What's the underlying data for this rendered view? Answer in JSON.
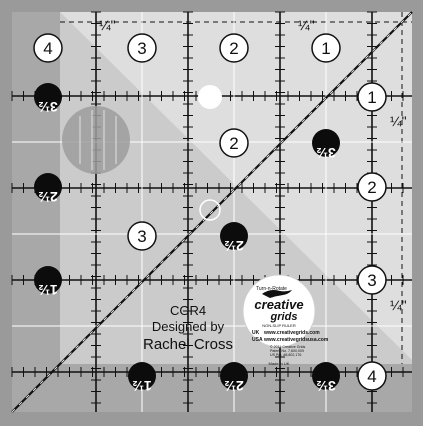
{
  "ruler": {
    "model": "CGR4",
    "designed_by": "Designed by",
    "designer": "Rachel Cross",
    "quarter_mark": "¼\"",
    "top_numbers": [
      "4",
      "3",
      "2",
      "1"
    ],
    "right_numbers": [
      "1",
      "2",
      "3",
      "4"
    ],
    "mid_numbers": [
      "2",
      "3"
    ],
    "inverted_left": [
      "3½",
      "2½",
      "1½"
    ],
    "inverted_bottom": [
      "1½",
      "2½",
      "3½"
    ],
    "inverted_inner": [
      "3½",
      "2½"
    ],
    "colors": {
      "border_gray": "#9a9a9a",
      "field_gray": "#c9c9c9",
      "light_field": "#e6e6e6",
      "line_black": "#111111",
      "circle_white": "#ffffff",
      "circle_black": "#0c0c0c"
    }
  },
  "logo": {
    "tagline": "Turn-n-Rotate",
    "name_line1": "creative",
    "name_line2": "grids",
    "subtitle": "NON-SLIP RULER",
    "uk_label": "UK",
    "uk_url": "www.creativegrids.com",
    "usa_label": "USA",
    "usa_url": "www.creativegridsusa.com",
    "legal1": "© 2011 Creative Grids",
    "legal2": "Patent No. 7,600,009",
    "legal3": "US Pat. #8,802,176",
    "made_in": "Made in UK"
  }
}
